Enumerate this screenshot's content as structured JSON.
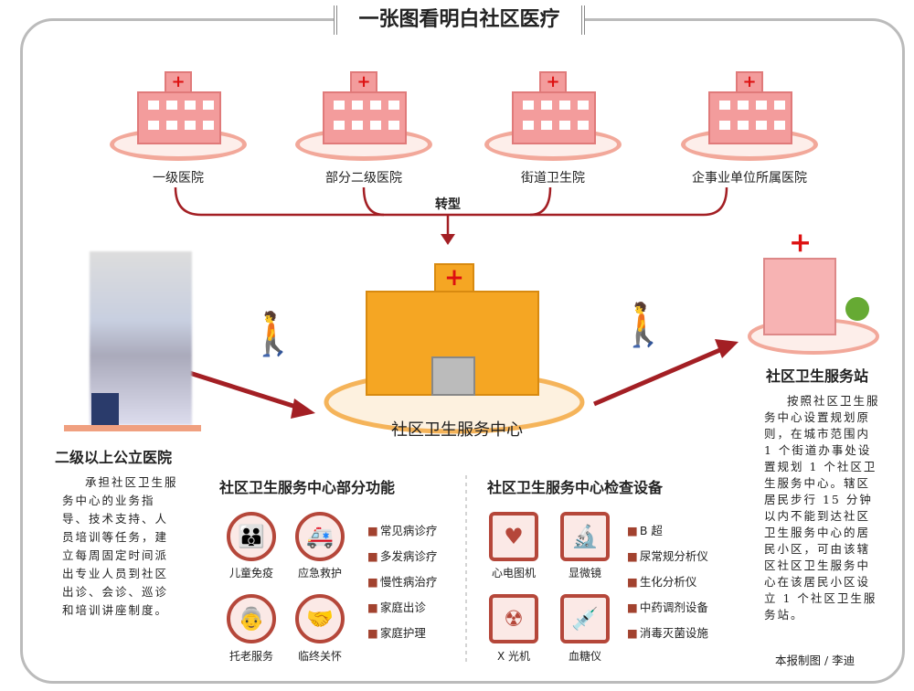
{
  "title": "一张图看明白社区医疗",
  "top_hospitals": [
    "一级医院",
    "部分二级医院",
    "街道卫生院",
    "企事业单位所属医院"
  ],
  "transform_label": "转型",
  "center_label": "社区卫生服务中心",
  "left": {
    "title": "二级以上公立医院",
    "text": "承担社区卫生服务中心的业务指导、技术支持、人员培训等任务，建立每周固定时间派出专业人员到社区出诊、会诊、巡诊和培训讲座制度。"
  },
  "right": {
    "title": "社区卫生服务站",
    "text": "按照社区卫生服务中心设置规划原则，在城市范围内 1 个街道办事处设置规划 1 个社区卫生服务中心。辖区居民步行 15 分钟以内不能到达社区卫生服务中心的居民小区，可由该辖区社区卫生服务中心在该居民小区设立 1 个社区卫生服务站。",
    "credit": "本报制图 / 李迪"
  },
  "functions": {
    "title": "社区卫生服务中心部分功能",
    "icons": [
      "儿童免疫",
      "应急救护",
      "托老服务",
      "临终关怀"
    ],
    "list": [
      "常见病诊疗",
      "多发病诊疗",
      "慢性病治疗",
      "家庭出诊",
      "家庭护理"
    ]
  },
  "equipment": {
    "title": "社区卫生服务中心检查设备",
    "icons": [
      "心电图机",
      "显微镜",
      "X 光机",
      "血糖仪"
    ],
    "list": [
      "B 超",
      "尿常规分析仪",
      "生化分析仪",
      "中药调剂设备",
      "消毒灭菌设施"
    ]
  },
  "colors": {
    "accent": "#a31f24",
    "pink": "#f39c9c",
    "orange": "#f5a623"
  }
}
